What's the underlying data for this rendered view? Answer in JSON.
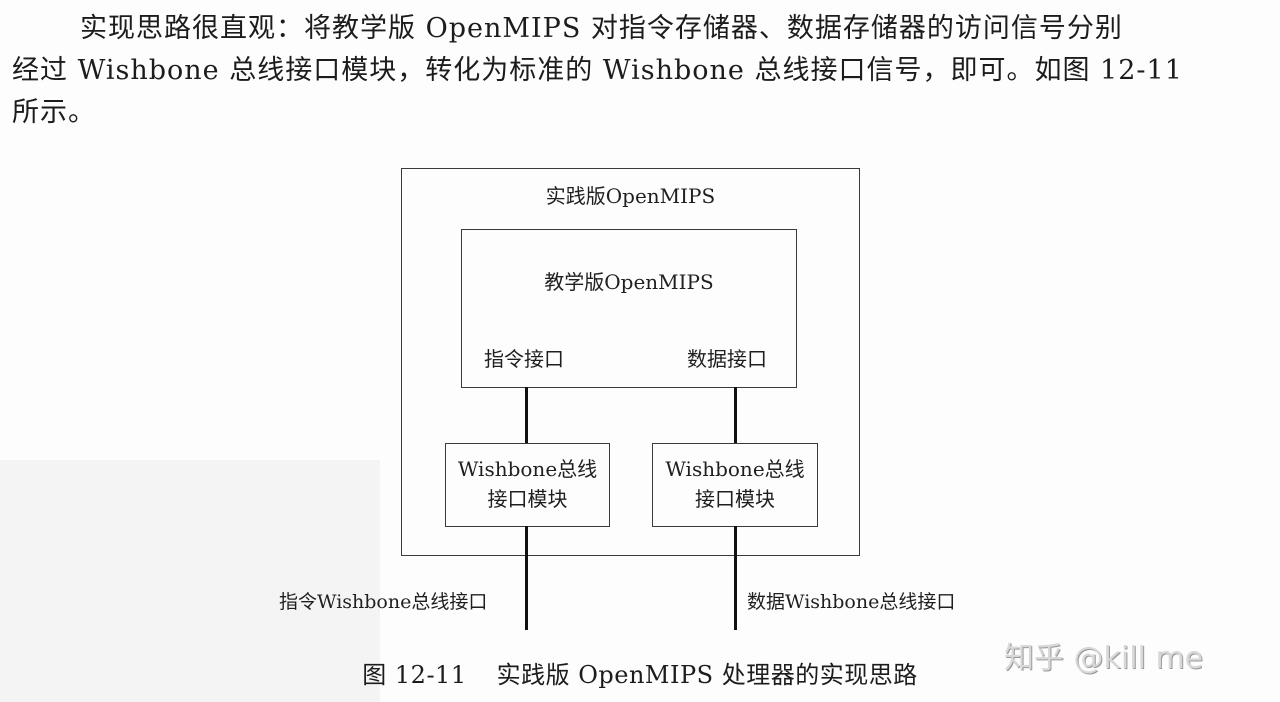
{
  "paragraph": {
    "line1": "实现思路很直观：将教学版 OpenMIPS 对指令存储器、数据存储器的访问信号分别",
    "line2": "经过 Wishbone 总线接口模块，转化为标准的 Wishbone 总线接口信号，即可。如图 12-11",
    "line3": "所示。"
  },
  "figure": {
    "outer_box_label": "实践版OpenMIPS",
    "inner_box_label": "教学版OpenMIPS",
    "inner_left_port": "指令接口",
    "inner_right_port": "数据接口",
    "left_module": {
      "line1": "Wishbone总线",
      "line2": "接口模块"
    },
    "right_module": {
      "line1": "Wishbone总线",
      "line2": "接口模块"
    },
    "left_bus_label": "指令Wishbone总线接口",
    "right_bus_label": "数据Wishbone总线接口",
    "caption_number": "图 12-11",
    "caption_text": "实践版 OpenMIPS 处理器的实现思路"
  },
  "watermark": "知乎 @kill me"
}
